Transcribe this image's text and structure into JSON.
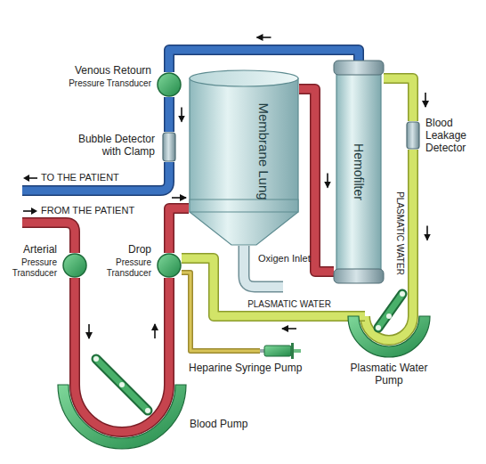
{
  "diagram": {
    "nodes": [
      {
        "text": [
          "Venous Retourn",
          "Pressure Transducer"
        ]
      },
      {
        "text": [
          "Bubble Detector with Clamp"
        ]
      },
      {
        "text": [
          "Membrane Lung"
        ]
      },
      {
        "text": [
          "Hemofilter"
        ]
      },
      {
        "text": [
          "Blood Leakage Detector"
        ]
      },
      {
        "text": [
          "Arterial",
          "Pressure Transducer"
        ]
      },
      {
        "text": [
          "Drop",
          "Pressure Transducer"
        ]
      },
      {
        "text": [
          "Heparine Syringe Pump"
        ]
      },
      {
        "text": [
          "Blood Pump"
        ]
      },
      {
        "text": [
          "Plasmatic Water Pump"
        ]
      }
    ],
    "edges": [
      {
        "from": 5,
        "to": 8,
        "arrow": "to"
      },
      {
        "from": 8,
        "to": 6,
        "arrow": "to"
      },
      {
        "from": 6,
        "to": 2,
        "arrow": "to"
      },
      {
        "from": 2,
        "to": 3,
        "arrow": "to"
      },
      {
        "from": 3,
        "to": 0,
        "arrow": "to"
      },
      {
        "from": 0,
        "to": 1,
        "arrow": "to"
      },
      {
        "from": 3,
        "to": 4,
        "arrow": "to"
      },
      {
        "from": 4,
        "to": 9,
        "label": "PLASMATIC WATER",
        "arrow": "to"
      },
      {
        "from": 9,
        "to": 6,
        "label": "PLASMATIC WATER",
        "arrow": "to"
      },
      {
        "from": 7,
        "to": 6,
        "arrow": "none"
      }
    ],
    "labels": [
      "TO THE PATIENT",
      "FROM THE PATIENT",
      "Oxigen Inlet"
    ]
  }
}
